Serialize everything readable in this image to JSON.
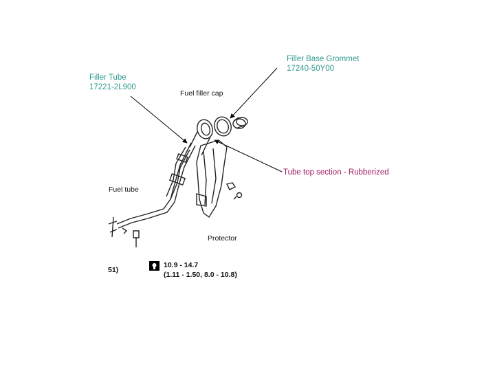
{
  "callouts": {
    "filler_base_grommet": {
      "name": "Filler Base Grommet",
      "part_no": "17240-50Y00"
    },
    "filler_tube": {
      "name": "Filler Tube",
      "part_no": "17221-2L900"
    },
    "tube_top": {
      "name": "Tube top section - Rubberized"
    }
  },
  "diagram_labels": {
    "fuel_filler_cap": "Fuel filler cap",
    "fuel_tube": "Fuel tube",
    "protector": "Protector"
  },
  "torque_spec": {
    "line1": "10.9 - 14.7",
    "line2": "(1.11 - 1.50, 8.0 - 10.8)",
    "fragment": "51)"
  },
  "colors": {
    "teal_callout": "#2e9a8e",
    "magenta_callout": "#a0185e"
  }
}
